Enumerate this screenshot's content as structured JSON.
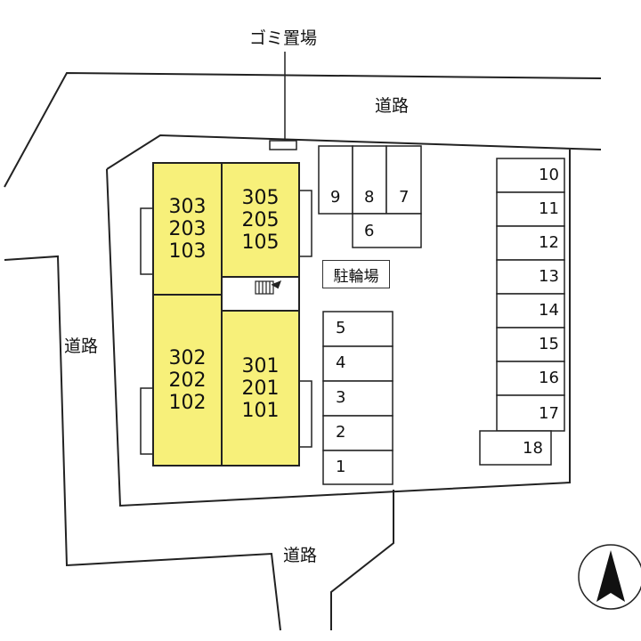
{
  "labels": {
    "garbage": "ゴミ置場",
    "road_top": "道路",
    "road_left": "道路",
    "road_bottom": "道路",
    "bicycle_parking": "駐輪場"
  },
  "units": {
    "nw": [
      "303",
      "203",
      "103"
    ],
    "ne": [
      "305",
      "205",
      "105"
    ],
    "sw": [
      "302",
      "202",
      "102"
    ],
    "se": [
      "301",
      "201",
      "101"
    ]
  },
  "parking": {
    "top_row": [
      "9",
      "8",
      "7"
    ],
    "top_second": "6",
    "middle": [
      "5",
      "4",
      "3",
      "2",
      "1"
    ],
    "right": [
      "10",
      "11",
      "12",
      "13",
      "14",
      "15",
      "16",
      "17",
      "18"
    ]
  },
  "colors": {
    "building_fill": "#f7f07a",
    "line": "#222222"
  }
}
